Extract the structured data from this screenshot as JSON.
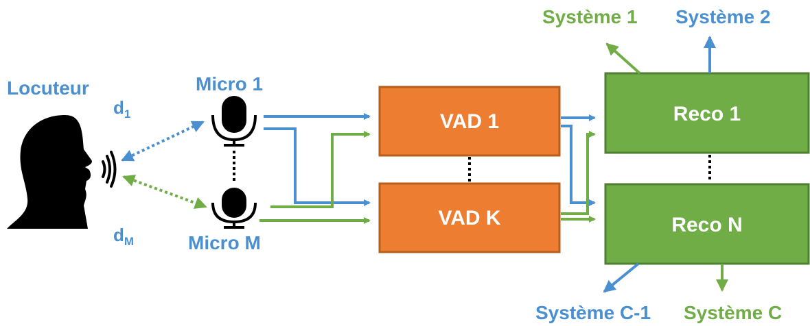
{
  "colors": {
    "blue": "#4a90d0",
    "green": "#71ad47",
    "vad_fill": "#ed7d31",
    "vad_border": "#b85e1c",
    "reco_fill": "#70ad47",
    "reco_border": "#4f7f33"
  },
  "speaker": {
    "label": "Locuteur",
    "d1": "d",
    "d1_sub": "1",
    "dM": "d",
    "dM_sub": "M"
  },
  "mics": {
    "top_label": "Micro 1",
    "bottom_label": "Micro M"
  },
  "vad": {
    "top_label": "VAD 1",
    "bottom_label": "VAD K"
  },
  "reco": {
    "top_label": "Reco 1",
    "bottom_label": "Reco N"
  },
  "systems": {
    "s1": "Système 1",
    "s2": "Système 2",
    "sc1": "Système C-1",
    "sc": "Système C"
  },
  "icons": [
    "head-icon",
    "sound-waves-icon",
    "microphone-icon"
  ]
}
